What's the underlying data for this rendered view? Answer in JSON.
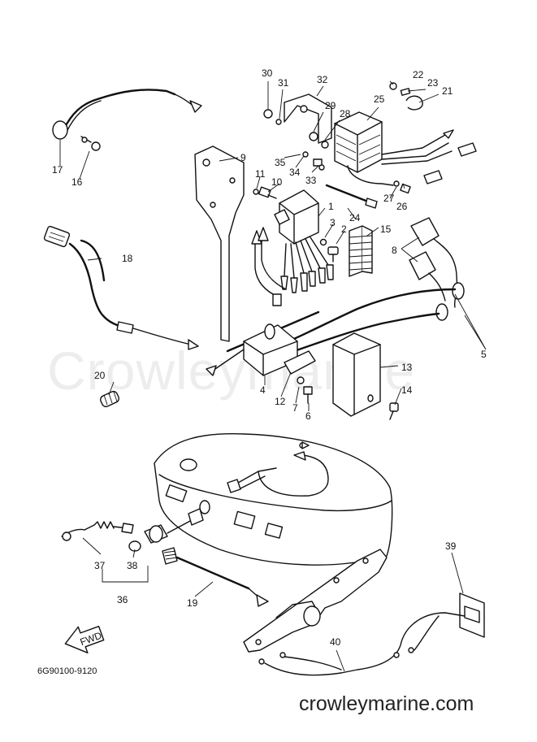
{
  "watermark": "Crowleymarine",
  "part_code": "6G90100-9120",
  "site_url": "crowleymarine.com",
  "fwd_badge": "FWD",
  "callouts": [
    {
      "id": "c1",
      "label": "1"
    },
    {
      "id": "c2",
      "label": "2"
    },
    {
      "id": "c3",
      "label": "3"
    },
    {
      "id": "c4",
      "label": "4"
    },
    {
      "id": "c5",
      "label": "5"
    },
    {
      "id": "c6",
      "label": "6"
    },
    {
      "id": "c7",
      "label": "7"
    },
    {
      "id": "c8",
      "label": "8"
    },
    {
      "id": "c9",
      "label": "9"
    },
    {
      "id": "c10",
      "label": "10"
    },
    {
      "id": "c11",
      "label": "11"
    },
    {
      "id": "c12",
      "label": "12"
    },
    {
      "id": "c13",
      "label": "13"
    },
    {
      "id": "c14",
      "label": "14"
    },
    {
      "id": "c15",
      "label": "15"
    },
    {
      "id": "c16",
      "label": "16"
    },
    {
      "id": "c17",
      "label": "17"
    },
    {
      "id": "c18",
      "label": "18"
    },
    {
      "id": "c19",
      "label": "19"
    },
    {
      "id": "c20",
      "label": "20"
    },
    {
      "id": "c21",
      "label": "21"
    },
    {
      "id": "c22",
      "label": "22"
    },
    {
      "id": "c23",
      "label": "23"
    },
    {
      "id": "c24",
      "label": "24"
    },
    {
      "id": "c25",
      "label": "25"
    },
    {
      "id": "c26",
      "label": "26"
    },
    {
      "id": "c27",
      "label": "27"
    },
    {
      "id": "c28",
      "label": "28"
    },
    {
      "id": "c29",
      "label": "29"
    },
    {
      "id": "c30",
      "label": "30"
    },
    {
      "id": "c31",
      "label": "31"
    },
    {
      "id": "c32",
      "label": "32"
    },
    {
      "id": "c33",
      "label": "33"
    },
    {
      "id": "c34",
      "label": "34"
    },
    {
      "id": "c35",
      "label": "35"
    },
    {
      "id": "c36",
      "label": "36"
    },
    {
      "id": "c37",
      "label": "37"
    },
    {
      "id": "c38",
      "label": "38"
    },
    {
      "id": "c39",
      "label": "39"
    },
    {
      "id": "c40",
      "label": "40"
    }
  ]
}
